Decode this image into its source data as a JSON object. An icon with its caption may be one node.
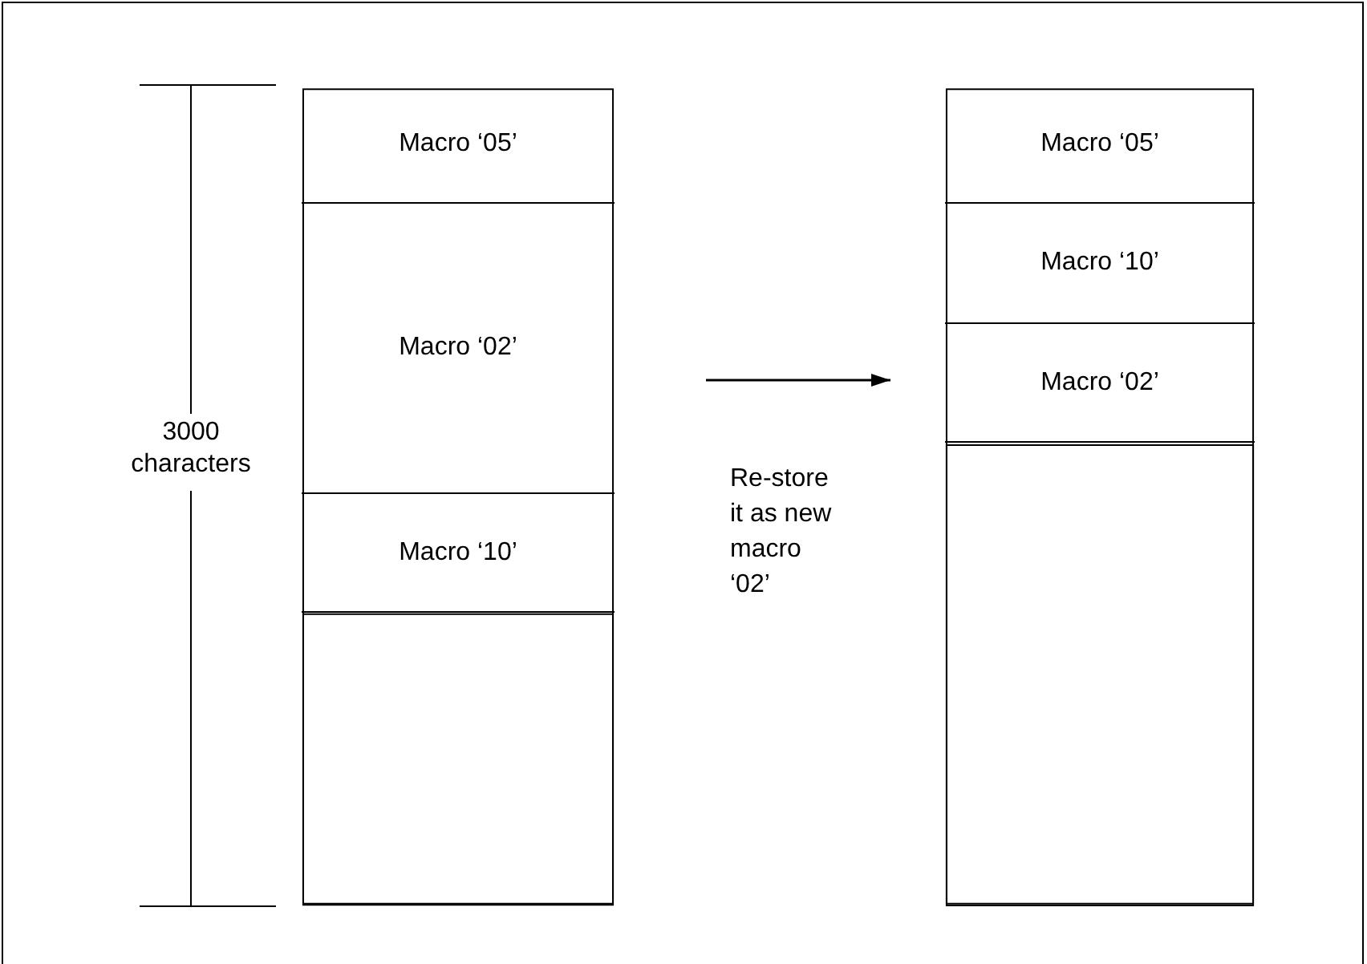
{
  "diagram": {
    "nodes": [
      {
        "text": [],
        "shape": "box"
      },
      {
        "text": [
          "Macro ‘05’"
        ],
        "in": 0
      },
      {
        "text": [
          "Macro ‘02’"
        ],
        "in": 0
      },
      {
        "text": [
          "Macro ‘10’"
        ],
        "in": 0
      },
      {
        "text": [],
        "shape": "box",
        "in": 0
      },
      {
        "text": [],
        "shape": "box"
      },
      {
        "text": [
          "Macro ‘05’"
        ],
        "in": 5
      },
      {
        "text": [
          "Macro ‘10’"
        ],
        "in": 5
      },
      {
        "text": [
          "Macro ‘02’"
        ],
        "in": 5
      },
      {
        "text": [],
        "shape": "box",
        "in": 5
      }
    ],
    "edges": [
      {
        "from": 0,
        "to": 5,
        "arrow": "to",
        "label": "Re-store it as new macro ‘02’"
      }
    ],
    "labels": [
      "3000 characters"
    ]
  }
}
